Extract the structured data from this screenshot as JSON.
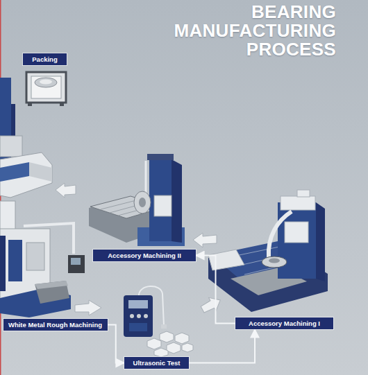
{
  "diagram": {
    "title": "BEARING MANUFACTURING PROCESS",
    "nodes": [
      {
        "text": [
          "Packing"
        ]
      },
      {
        "text": [
          "Accessory Machining II"
        ]
      },
      {
        "text": [
          "White Metal Rough Machining"
        ]
      },
      {
        "text": [
          "Accessory Machining I"
        ]
      },
      {
        "text": [
          "Ultrasonic Test"
        ]
      }
    ],
    "edges": [
      {
        "from": 2,
        "to": 4,
        "arrow": "to"
      },
      {
        "from": 4,
        "to": 3,
        "arrow": "to"
      },
      {
        "from": 3,
        "to": 1,
        "arrow": "to"
      }
    ]
  }
}
